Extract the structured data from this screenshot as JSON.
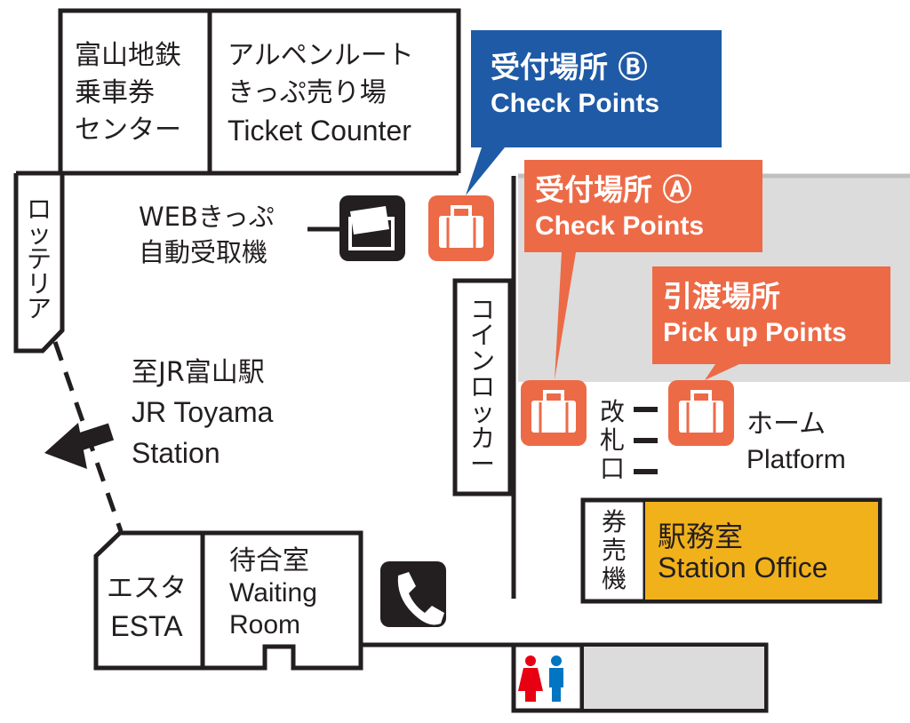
{
  "colors": {
    "wall": "#231f20",
    "checkpoint_orange": "#ed6a47",
    "checkpoint_blue": "#1f5aa6",
    "office_yellow": "#f1b11b",
    "platform_gray": "#dcdcdc",
    "restroom_red": "#e60012",
    "restroom_blue": "#0075c2"
  },
  "icons": {
    "luggage": "luggage-icon",
    "ticket_machine": "ticket-machine-icon",
    "phone": "phone-icon",
    "restroom": "restroom-icon",
    "direction": "arrow-left-icon"
  },
  "rooms": {
    "chitetsu": [
      "富山地鉄",
      "乗車券",
      "センター"
    ],
    "alpen": [
      "アルペンルート",
      "きっぷ売り場",
      "Ticket Counter"
    ],
    "lotteria": [
      "ロ",
      "ッ",
      "テ",
      "リ",
      "ア"
    ],
    "coin_locker": [
      "コ",
      "イ",
      "ン",
      "ロ",
      "ッ",
      "カ",
      "ー"
    ],
    "esta": [
      "エスタ",
      "ESTA"
    ],
    "waiting": [
      "待合室",
      "Waiting",
      "Room"
    ],
    "ticket_vending": [
      "券",
      "売",
      "機"
    ],
    "gate": [
      "改",
      "札",
      "口"
    ],
    "station_office": [
      "駅務室",
      "Station Office"
    ]
  },
  "labels": {
    "web_machine": [
      "WEBきっぷ",
      "自動受取機"
    ],
    "jr_direction": [
      "至JR富山駅",
      "JR Toyama",
      "Station"
    ],
    "platform": [
      "ホーム",
      "Platform"
    ]
  },
  "callouts": {
    "checkpoint_b": {
      "title": "受付場所 Ⓑ",
      "subtitle": "Check Points"
    },
    "checkpoint_a": {
      "title": "受付場所 Ⓐ",
      "subtitle": "Check Points"
    },
    "pickup": {
      "title": "引渡場所",
      "subtitle": "Pick up Points"
    }
  }
}
